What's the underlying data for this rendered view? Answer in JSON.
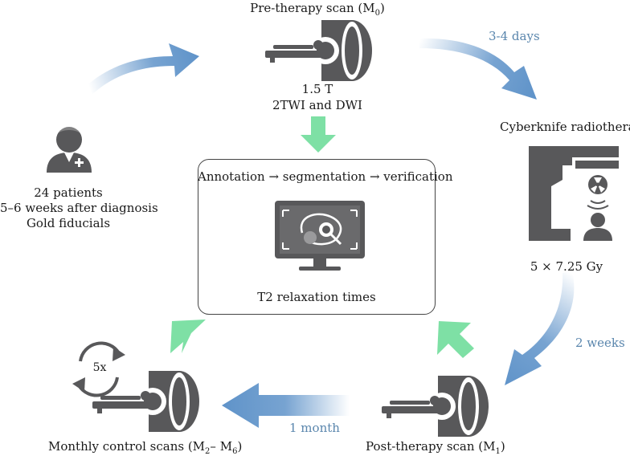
{
  "pre_scan": {
    "title_main": "Pre-therapy scan (M",
    "title_sub": "0",
    "title_end": ")",
    "field": "1.5 T",
    "sequences": "2TWI and DWI"
  },
  "patients": {
    "line1": "24 patients",
    "line2": "5–6 weeks after diagnosis",
    "line3": "Gold fiducials"
  },
  "radiotherapy": {
    "title": "Cyberknife radiotherapy",
    "dose": "5 × 7.25 Gy"
  },
  "post_scan": {
    "title_main": "Post-therapy scan (M",
    "title_sub": "1",
    "title_end": ")"
  },
  "monthly": {
    "title_main": "Monthly control scans (M",
    "sub1": "2",
    "dash": "– M",
    "sub2": "6",
    "title_end": ")",
    "repeat": "5x"
  },
  "intervals": {
    "pre_to_rt": "3-4 days",
    "rt_to_post": "2 weeks",
    "post_to_monthly": "1 month"
  },
  "analysis": {
    "pipeline": "Annotation → segmentation → verification",
    "output": "T2 relaxation times"
  },
  "colors": {
    "icon_gray": "#58585a",
    "blue_arrow": "#5f93c9",
    "green_arrow": "#7ee0a5",
    "blue_text": "#5a86ad"
  }
}
